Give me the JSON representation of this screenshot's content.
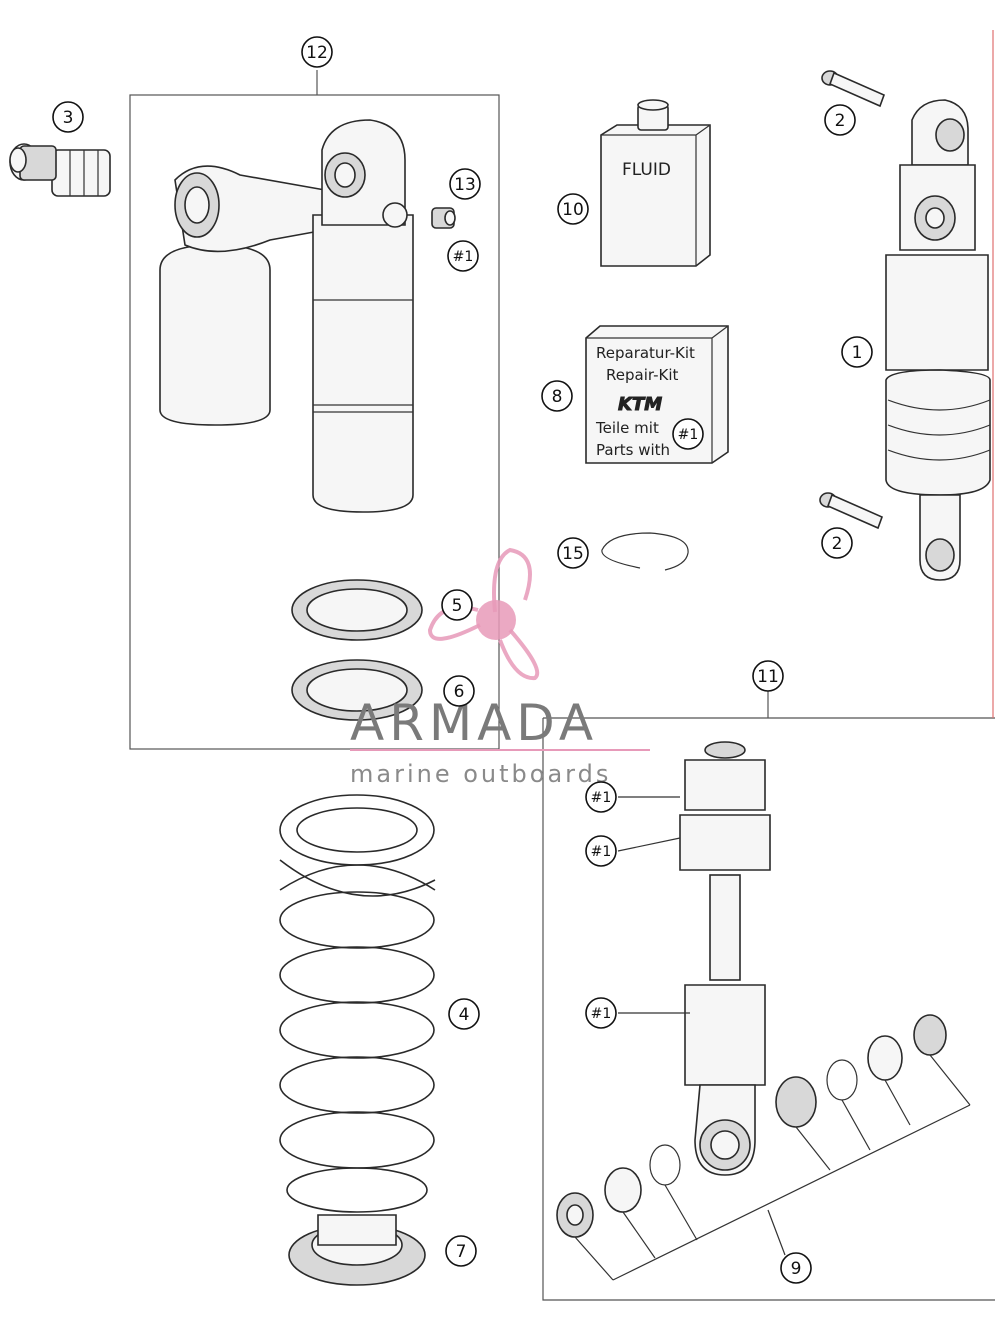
{
  "callouts": {
    "c1": "1",
    "c2a": "2",
    "c2b": "2",
    "c3": "3",
    "c4": "4",
    "c5": "5",
    "c6": "6",
    "c7": "7",
    "c8": "8",
    "c9": "9",
    "c10": "10",
    "c11": "11",
    "c12": "12",
    "c13": "13",
    "c15": "15",
    "h1a": "#1",
    "h1b": "#1",
    "h1c": "#1",
    "h1d": "#1",
    "h1e": "#1"
  },
  "fluid_label": "FLUID",
  "repair_kit": {
    "line1": "Reparatur-Kit",
    "line2": "Repair-Kit",
    "logo": "KTM",
    "line3": "Teile mit",
    "line4": "Parts with"
  },
  "watermark": {
    "brand": "ARMADA",
    "tagline": "marine outboards",
    "accent_color": "#e79ab9"
  }
}
